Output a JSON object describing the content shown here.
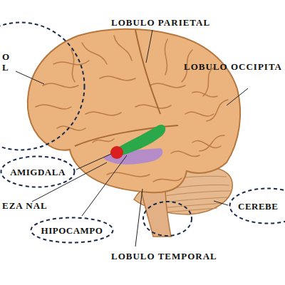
{
  "diagram": {
    "nodes": [
      {
        "text": [
          "O L"
        ]
      },
      {
        "text": [
          "AMIGDALA"
        ]
      },
      {
        "text": [
          "HIPOCAMPO"
        ]
      },
      {
        "text": [
          "CEREBE"
        ]
      }
    ],
    "labels": [
      "LOBULO PARIETAL",
      "LOBULO OCCIPITA",
      "EZA NAL",
      "LOBULO TEMPORAL"
    ]
  }
}
